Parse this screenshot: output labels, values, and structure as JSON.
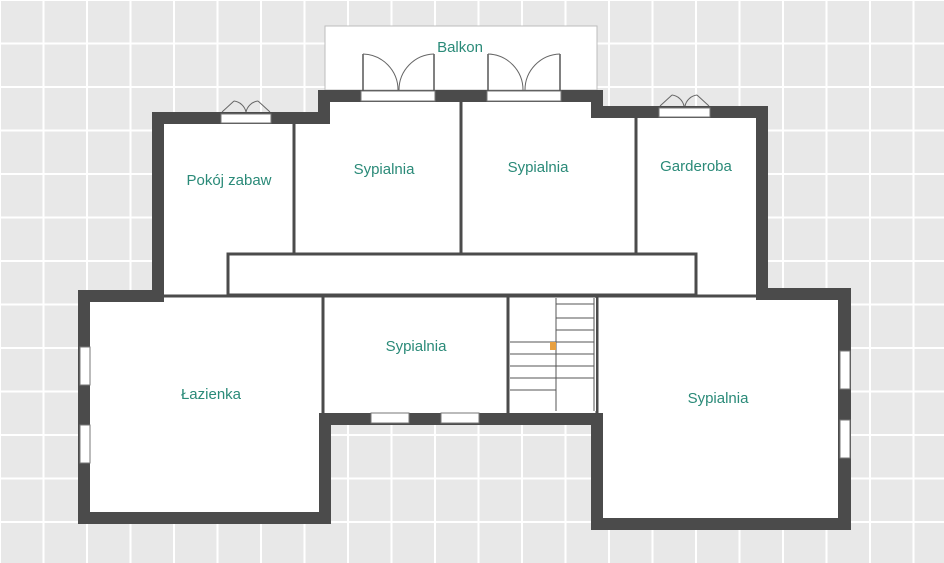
{
  "colors": {
    "background": "#e8e8e8",
    "grid": "#ffffff",
    "wall": "#4b4b4b",
    "floor": "#ffffff",
    "label": "#2a8a78",
    "stair_marker": "#e8a040"
  },
  "rooms": {
    "balcony": "Balkon",
    "playroom": "Pokój zabaw",
    "bedroom_top_left": "Sypialnia",
    "bedroom_top_right": "Sypialnia",
    "wardrobe": "Garderoba",
    "bedroom_middle": "Sypialnia",
    "bathroom": "Łazienka",
    "bedroom_right": "Sypialnia"
  }
}
